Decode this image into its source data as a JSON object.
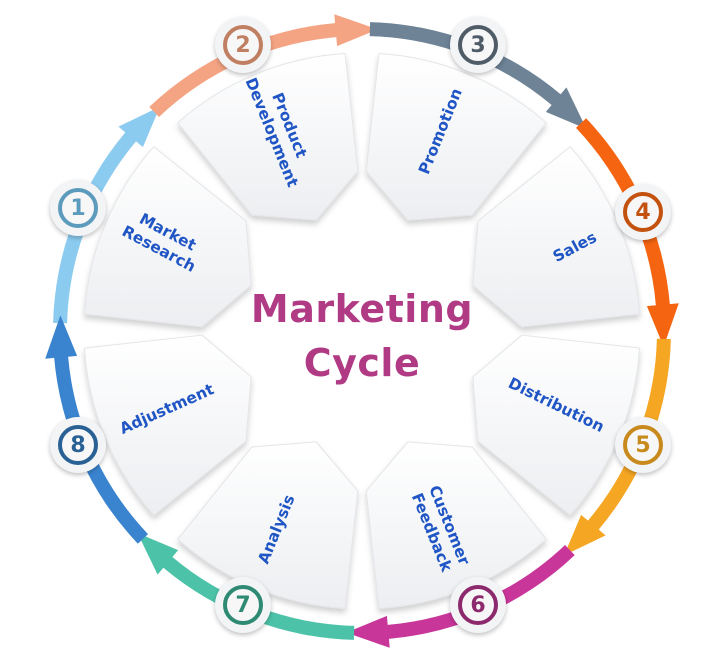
{
  "title": {
    "line1": "Marketing",
    "line2": "Cycle",
    "color": "#b03a84"
  },
  "label_color": "#1f55c4",
  "steps": [
    {
      "number": "1",
      "label": "Market Research",
      "label_lines": [
        "Market",
        "Research"
      ],
      "color": "#8ccbf0",
      "ring_color": "#5d9bbd"
    },
    {
      "number": "2",
      "label": "Product Development",
      "label_lines": [
        "Product",
        "Development"
      ],
      "color": "#f4a483",
      "ring_color": "#c07f62"
    },
    {
      "number": "3",
      "label": "Promotion",
      "label_lines": [
        "Promotion"
      ],
      "color": "#6e8396",
      "ring_color": "#4f5c68"
    },
    {
      "number": "4",
      "label": "Sales",
      "label_lines": [
        "Sales"
      ],
      "color": "#f56410",
      "ring_color": "#c4520f"
    },
    {
      "number": "5",
      "label": "Distribution",
      "label_lines": [
        "Distribution"
      ],
      "color": "#f5a623",
      "ring_color": "#c88a1c"
    },
    {
      "number": "6",
      "label": "Customer Feedback",
      "label_lines": [
        "Customer",
        "Feedback"
      ],
      "color": "#c8369a",
      "ring_color": "#8c2a6d"
    },
    {
      "number": "7",
      "label": "Analysis",
      "label_lines": [
        "Analysis"
      ],
      "color": "#4cc3a8",
      "ring_color": "#2e8a73"
    },
    {
      "number": "8",
      "label": "Adjustment",
      "label_lines": [
        "Adjustment"
      ],
      "color": "#3a84cf",
      "ring_color": "#2a6195"
    }
  ]
}
